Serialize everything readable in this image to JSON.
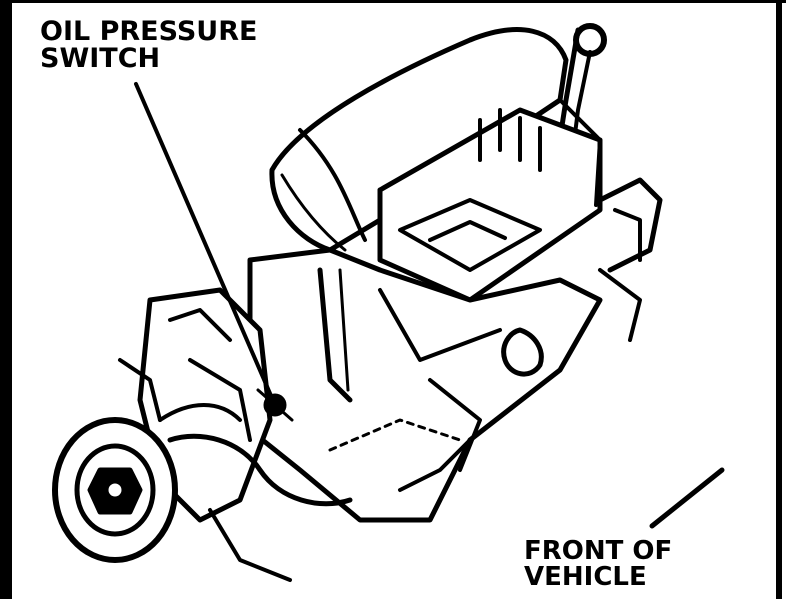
{
  "diagram": {
    "callouts": {
      "oil_pressure_switch": {
        "line1": "OIL PRESSURE",
        "line2": "SWITCH"
      },
      "front_of_vehicle": {
        "line1": "FRONT OF",
        "line2": "VEHICLE"
      }
    },
    "colors": {
      "ink": "#000000",
      "paper": "#ffffff"
    }
  }
}
